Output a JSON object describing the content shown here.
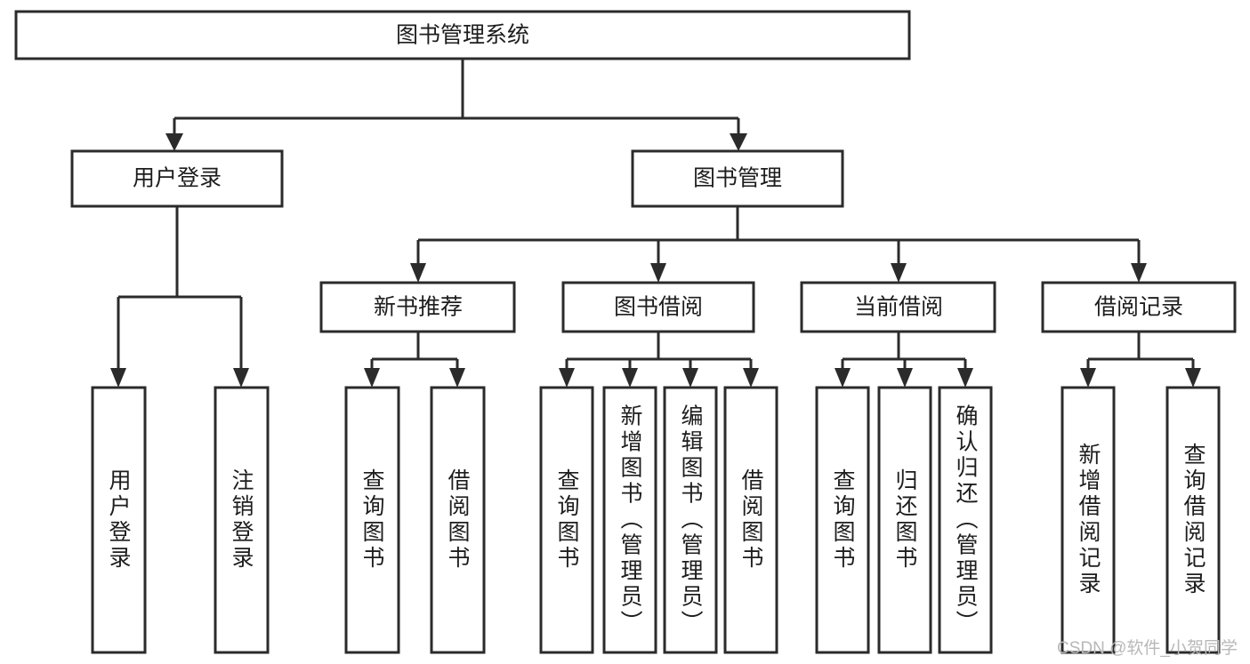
{
  "diagram": {
    "title": "图书管理系统",
    "type": "tree",
    "watermark": "CSDN @软件_小贺同学",
    "colors": {
      "stroke": "#2b2b2b",
      "fill": "#ffffff",
      "text": "#1d1d1d",
      "watermark": "#b8b8b8"
    },
    "levels": {
      "root": {
        "label": "图书管理系统"
      },
      "level2": [
        {
          "label": "用户登录"
        },
        {
          "label": "图书管理"
        }
      ],
      "level3": [
        {
          "label": "新书推荐"
        },
        {
          "label": "图书借阅"
        },
        {
          "label": "当前借阅"
        },
        {
          "label": "借阅记录"
        }
      ],
      "leaves": {
        "user_login": [
          {
            "label": "用户登录"
          },
          {
            "label": "注销登录"
          }
        ],
        "new_book": [
          {
            "label": "查询图书"
          },
          {
            "label": "借阅图书"
          }
        ],
        "book_borrow": [
          {
            "label": "查询图书"
          },
          {
            "label": "新增图书（管理员）"
          },
          {
            "label": "编辑图书（管理员）"
          },
          {
            "label": "借阅图书"
          }
        ],
        "current_borrow": [
          {
            "label": "查询图书"
          },
          {
            "label": "归还图书"
          },
          {
            "label": "确认归还（管理员）"
          }
        ],
        "borrow_record": [
          {
            "label": "新增借阅记录"
          },
          {
            "label": "查询借阅记录"
          }
        ]
      }
    }
  }
}
